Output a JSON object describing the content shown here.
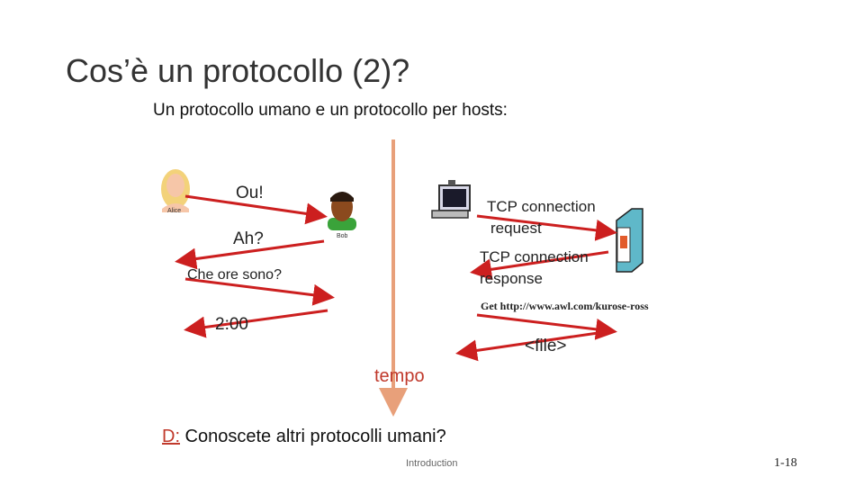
{
  "slide": {
    "title": "Cos’è un protocollo (2)?",
    "subtitle": "Un protocollo umano e un protocollo per hosts:",
    "footer": "Introduction",
    "page_number": "1-18"
  },
  "human_protocol": {
    "person_a_label": "Alice",
    "person_b_label": "Bob",
    "messages": [
      "Ou!",
      "Ah?",
      "Che ore sono?",
      "2:00"
    ]
  },
  "network_protocol": {
    "messages": [
      "TCP connection request",
      "TCP connection response",
      "Get http://www.awl.com/kurose-ross",
      "<file>"
    ],
    "line1": [
      "TCP connection",
      "request"
    ],
    "line2": [
      "TCP connection",
      "response"
    ]
  },
  "time_axis_label": "tempo",
  "question": {
    "prefix": "D:",
    "text": " Conoscete altri protocolli umani?"
  },
  "colors": {
    "arrow": "#cc1f1f",
    "timeline": "#e8a07a"
  }
}
